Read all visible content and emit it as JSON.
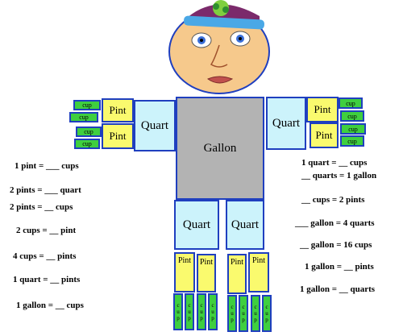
{
  "labels": {
    "gallon": "Gallon",
    "quart": "Quart",
    "pint": "Pint",
    "cup": "cup",
    "cup_v1": "c",
    "cup_v2": "u",
    "cup_v3": "p"
  },
  "left_equations": [
    "1 pint = ___ cups",
    "2 pints = ___ quart",
    "2 pints = __ cups",
    "2 cups = __ pint",
    "4 cups = __ pints",
    "1 quart = __ pints",
    "1 gallon = __ cups"
  ],
  "right_equations": [
    "1 quart = __ cups",
    "__ quarts = 1 gallon",
    "__ cups = 2 pints",
    "___ gallon = 4 quarts",
    "__ gallon = 16 cups",
    "1 gallon = __ pints",
    "1 gallon = __ quarts"
  ],
  "colors": {
    "gallon": "#b3b3b3",
    "quart": "#ccf3fb",
    "pint": "#fafa6e",
    "cup": "#3fcf3f",
    "border": "#1f3fbf",
    "hat": "#7b2a6b",
    "hat_band": "#4aa8e6",
    "face": "#f6c98c"
  }
}
